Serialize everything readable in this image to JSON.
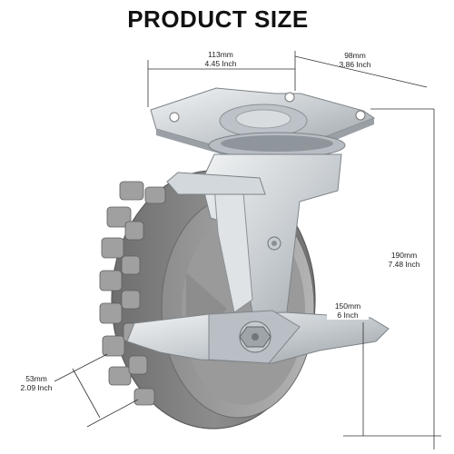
{
  "title": "PRODUCT SIZE",
  "dimensions": {
    "plate_width": {
      "mm": "113mm",
      "inch": "4.45 Inch"
    },
    "plate_depth": {
      "mm": "98mm",
      "inch": "3.86 Inch"
    },
    "total_height": {
      "mm": "190mm",
      "inch": "7.48 Inch"
    },
    "wheel_diameter": {
      "mm": "150mm",
      "inch": "6 Inch"
    },
    "wheel_width": {
      "mm": "53mm",
      "inch": "2.09 Inch"
    }
  },
  "colors": {
    "tread": "#7f7f7f",
    "hub": "#a4a4a4",
    "metal": "#cfd3d6",
    "dim_line": "#333333"
  }
}
